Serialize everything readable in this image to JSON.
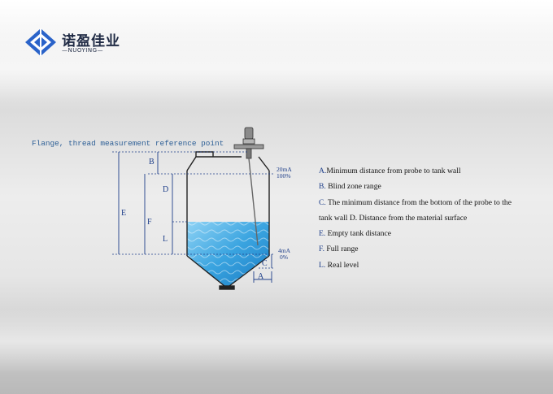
{
  "logo": {
    "name_cn": "诺盈佳业",
    "name_en": "NUOYING",
    "brand_color": "#2a63c9"
  },
  "caption": "Flange, thread measurement reference point",
  "diagram": {
    "dimension_labels": [
      "B",
      "D",
      "E",
      "F",
      "L",
      "C",
      "A"
    ],
    "signal_top": {
      "ma": "20mA",
      "percent": "100%"
    },
    "signal_bottom": {
      "ma": "4mA",
      "percent": "0%"
    },
    "colors": {
      "liquid": "#3aa4e0",
      "dimension_line": "#1f3f8a",
      "tank_outline": "#222222"
    }
  },
  "legend": [
    {
      "key": "A.",
      "text": "Minimum distance from probe to tank wall"
    },
    {
      "key": "B.",
      "text": " Blind zone range"
    },
    {
      "key": "C.",
      "text": " The minimum distance from the bottom of the probe to the"
    },
    {
      "key": "",
      "text": " tank wall D. Distance from the material surface"
    },
    {
      "key": "E.",
      "text": " Empty tank distance"
    },
    {
      "key": "F.",
      "text": " Full range"
    },
    {
      "key": "L.",
      "text": " Real level"
    }
  ]
}
